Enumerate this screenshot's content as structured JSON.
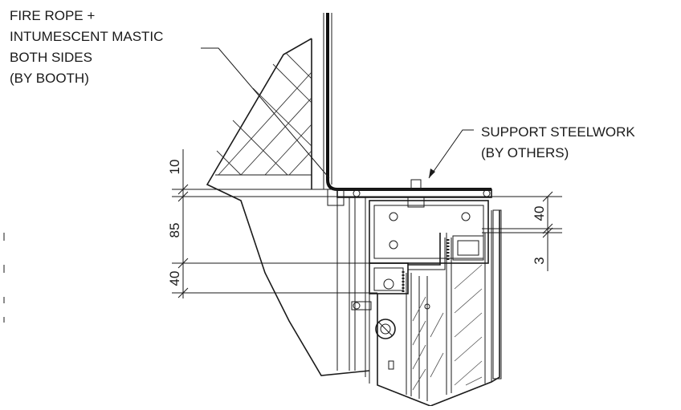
{
  "annotations": {
    "fire_rope": [
      "FIRE ROPE +",
      "INTUMESCENT MASTIC",
      "BOTH SIDES",
      "(BY BOOTH)"
    ],
    "support_steelwork": [
      "SUPPORT STEELWORK",
      "(BY OTHERS)"
    ]
  },
  "dimensions": {
    "left": [
      "10",
      "85",
      "40"
    ],
    "right": [
      "40",
      "3"
    ]
  },
  "colors": {
    "ink": "#1a1a1a",
    "background": "#ffffff"
  }
}
